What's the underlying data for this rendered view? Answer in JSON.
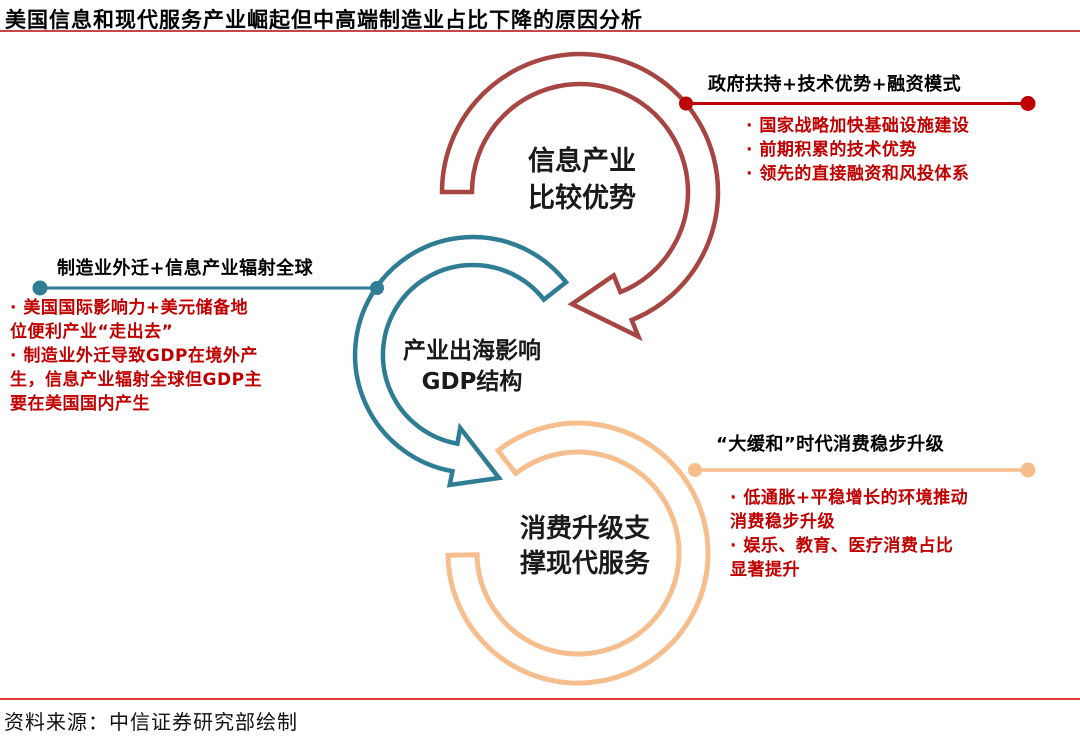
{
  "title": "美国信息和现代服务产业崛起但中高端制造业占比下降的原因分析",
  "source": "资料来源：中信证券研究部绘制",
  "colors": {
    "ring_red": "#A64542",
    "bright_red": "#C00000",
    "teal": "#2E7D95",
    "orange": "#F7BE8D",
    "title_underline": "#C94646",
    "footer_line": "#E23C3C",
    "text": "#1A1A1A"
  },
  "nodes": {
    "info_industry": {
      "label_line1": "信息产业",
      "label_line2": "比较优势"
    },
    "gdp_structure": {
      "label_line1": "产业出海影响",
      "label_line2": "GDP结构"
    },
    "consumption": {
      "label_line1": "消费升级支",
      "label_line2": "撑现代服务"
    }
  },
  "annotations": {
    "top_right": {
      "heading": "政府扶持+技术优势+融资模式",
      "lines": [
        "· 国家战略加快基础设施建设",
        "· 前期积累的技术优势",
        "· 领先的直接融资和风投体系"
      ]
    },
    "left": {
      "heading": "制造业外迁+信息产业辐射全球",
      "lines": [
        "· 美国国际影响力+美元储备地",
        "位便利产业“走出去”",
        "· 制造业外迁导致GDP在境外产",
        "生，信息产业辐射全球但GDP主",
        "要在美国国内产生"
      ]
    },
    "bottom_right": {
      "heading": "“大缓和”时代消费稳步升级",
      "lines": [
        "· 低通胀+平稳增长的环境推动",
        "消费稳步升级",
        "· 娱乐、教育、医疗消费占比",
        "显著提升"
      ]
    }
  }
}
